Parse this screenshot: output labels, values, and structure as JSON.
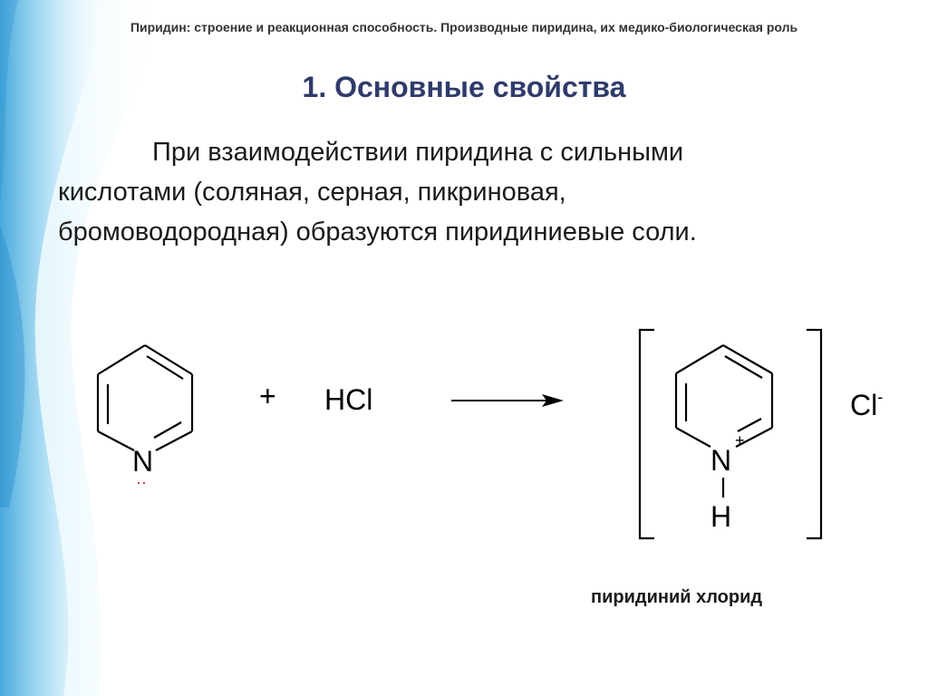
{
  "slide": {
    "header": "Пиридин: строение и реакционная способность. Производные пиридина, их медико-биологическая роль",
    "title": "1. Основные свойства",
    "paragraph_lines": [
      "При взаимодействии пиридина с сильными",
      "кислотами (соляная, серная, пикриновая,",
      "бромоводородная) образуются пиридиниевые соли."
    ]
  },
  "reaction": {
    "reactant_atom": "N",
    "lone_pair": "··",
    "plus": "+",
    "reagent": "HCl",
    "product_atom": "N",
    "product_charge": "+",
    "product_h": "H",
    "counter_ion": "Cl",
    "counter_charge": "-",
    "product_name": "пиридиний хлорид"
  },
  "colors": {
    "title": "#2f3b6b",
    "wave_light": "#bfe6f7",
    "wave_dark": "#3aa6dc"
  }
}
